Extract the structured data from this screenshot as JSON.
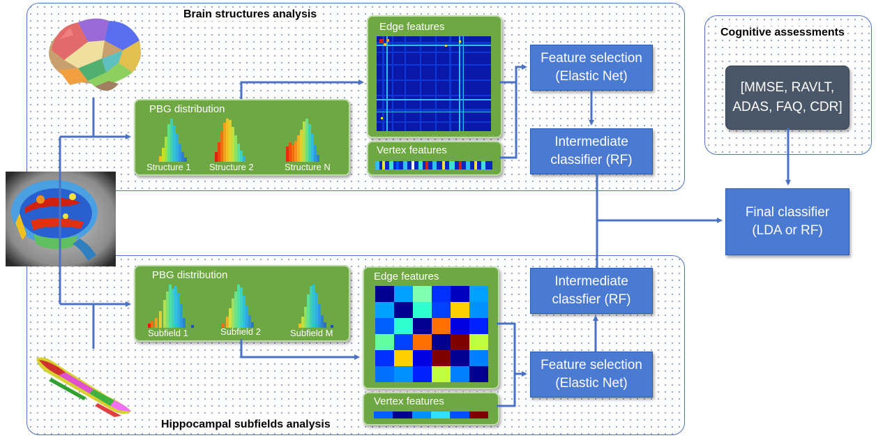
{
  "sections": {
    "brain": {
      "title": "Brain structures analysis"
    },
    "hippo": {
      "title": "Hippocampal subfields analysis"
    },
    "cognitive": {
      "title": "Cognitive assessments"
    }
  },
  "brain_pbg": {
    "title": "PBG distribution",
    "labels": [
      "Structure 1",
      "Structure 2",
      "Structure N"
    ]
  },
  "hippo_pbg": {
    "title": "PBG distribution",
    "labels": [
      "Subfield 1",
      "Subfield 2",
      "Subfield M"
    ]
  },
  "brain_edge": {
    "title": "Edge features"
  },
  "brain_vertex": {
    "title": "Vertex features"
  },
  "hippo_edge": {
    "title": "Edge features"
  },
  "hippo_vertex": {
    "title": "Vertex features"
  },
  "brain_feature_selection": {
    "line1": "Feature selection",
    "line2": "(Elastic Net)"
  },
  "brain_intermediate": {
    "line1": "Intermediate",
    "line2": "classifier (RF)"
  },
  "hippo_intermediate": {
    "line1": "Intermediate",
    "line2": "classfier (RF)"
  },
  "hippo_feature_selection": {
    "line1": "Feature selection",
    "line2": "(Elastic Net)"
  },
  "cognitive_box": {
    "line1": "[MMSE, RAVLT,",
    "line2": "ADAS, FAQ, CDR]"
  },
  "final_classifier": {
    "line1": "Final classifier",
    "line2": "(LDA or RF)"
  },
  "colors": {
    "connector": "#4a72c4",
    "green_box": "#6ea842",
    "blue_box": "#4a7ad2",
    "dark_box": "#4a5768"
  },
  "hippo_edge_matrix": [
    [
      "#00008f",
      "#00a0ff",
      "#80ffb0",
      "#0030ff",
      "#0000c0",
      "#00a0ff"
    ],
    [
      "#00a0ff",
      "#00008f",
      "#30ffd0",
      "#0040ff",
      "#ffd000",
      "#0090ff"
    ],
    [
      "#0060ff",
      "#30ffd0",
      "#00008f",
      "#ff7000",
      "#0000e0",
      "#0020ff"
    ],
    [
      "#60ffa0",
      "#0040ff",
      "#ff7000",
      "#00008f",
      "#800000",
      "#c0ff40"
    ],
    [
      "#0030ff",
      "#ffd000",
      "#0000e0",
      "#800000",
      "#00008f",
      "#0080ff"
    ],
    [
      "#0070ff",
      "#0090ff",
      "#0020ff",
      "#c0ff40",
      "#0080ff",
      "#00008f"
    ]
  ],
  "hippo_vertex_strip": [
    "#0060ff",
    "#00008f",
    "#0090ff",
    "#30e0ff",
    "#0050ff",
    "#800000"
  ]
}
